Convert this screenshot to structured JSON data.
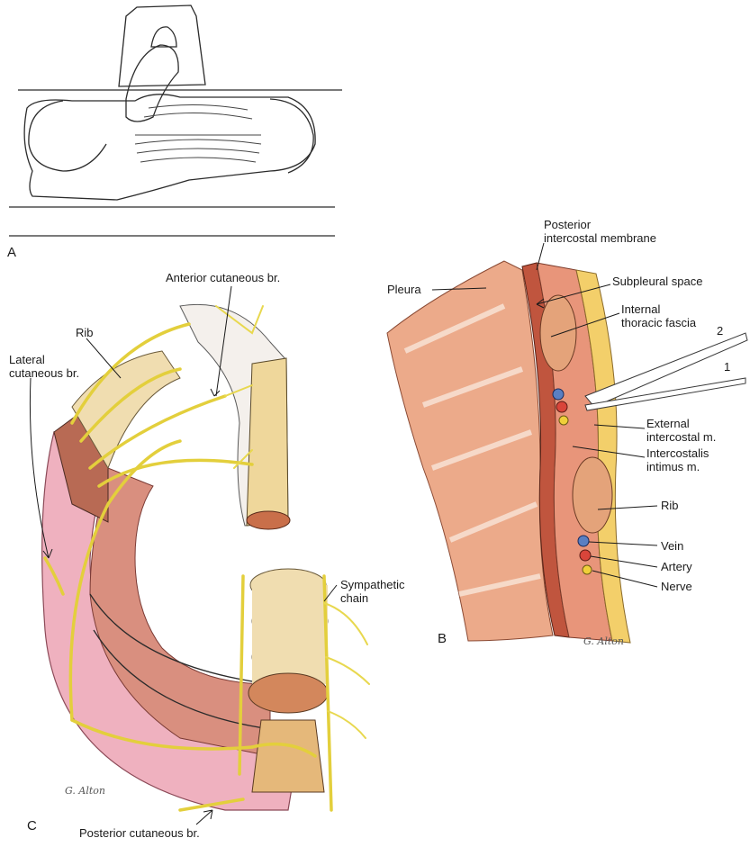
{
  "panels": {
    "a": {
      "letter": "A"
    },
    "b": {
      "letter": "B",
      "labels": {
        "posterior_intercostal_membrane_line1": "Posterior",
        "posterior_intercostal_membrane_line2": "intercostal membrane",
        "pleura": "Pleura",
        "subpleural_space": "Subpleural space",
        "internal_thoracic_fascia_line1": "Internal",
        "internal_thoracic_fascia_line2": "thoracic fascia",
        "needle_2": "2",
        "needle_1": "1",
        "external_intercostal_line1": "External",
        "external_intercostal_line2": "intercostal m.",
        "intercostalis_intimus_line1": "Intercostalis",
        "intercostalis_intimus_line2": "intimus m.",
        "rib": "Rib",
        "vein": "Vein",
        "artery": "Artery",
        "nerve": "Nerve"
      },
      "signature": "G. Alton"
    },
    "c": {
      "letter": "C",
      "labels": {
        "anterior_cutaneous": "Anterior cutaneous br.",
        "rib": "Rib",
        "lateral_cutaneous_line1": "Lateral",
        "lateral_cutaneous_line2": "cutaneous br.",
        "sympathetic_chain_line1": "Sympathetic",
        "sympathetic_chain_line2": "chain",
        "posterior_cutaneous": "Posterior cutaneous br."
      },
      "signature": "G. Alton"
    }
  },
  "colors": {
    "muscle": "#e9a07e",
    "muscle_dark": "#c8654a",
    "fat": "#f3cf6a",
    "nerve": "#e3cf3c",
    "vein": "#5a7fc2",
    "artery": "#d9453a",
    "pleura_pink": "#efb1bf",
    "bone": "#f0ddb0"
  }
}
